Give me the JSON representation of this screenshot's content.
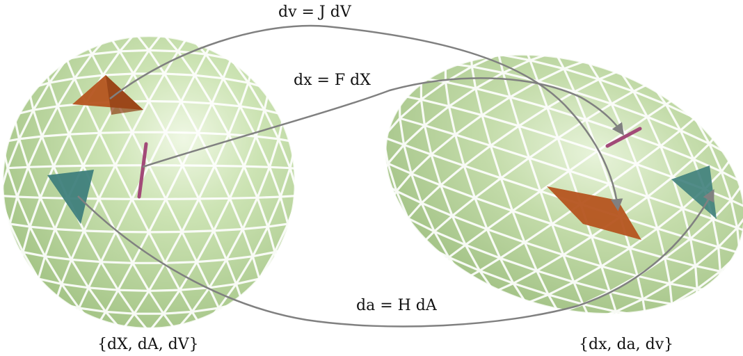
{
  "equations": {
    "volume": "dv = J dV",
    "line": "dx = F dX",
    "area": "da = H dA"
  },
  "sets": {
    "reference": "{dX, dA, dV}",
    "current": "{dx, da, dv}"
  },
  "colors": {
    "ball_fill": "#b9d89a",
    "ball_highlight": "#e9f5d8",
    "mesh_lines": "#ffffff",
    "volume_element": "#b5541f",
    "area_element": "#3f7f7c",
    "line_element": "#a24a78",
    "arrows": "#808080"
  }
}
